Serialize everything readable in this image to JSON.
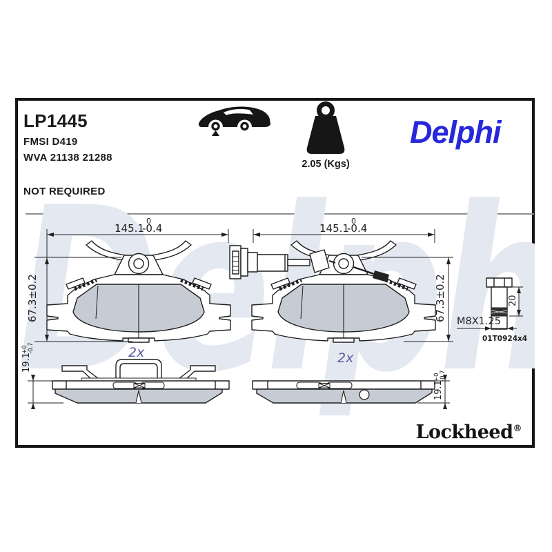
{
  "header": {
    "part_number": "LP1445",
    "fmsi": "FMSI D419",
    "wva": "WVA 21138 21288",
    "note": "NOT REQUIRED",
    "weight": "2.05 (Kgs)"
  },
  "brand": {
    "logo": "Delphi",
    "watermark": "Delphi",
    "footer": "Lockheed",
    "registered": "®"
  },
  "icons": {
    "axle": "front-axle-car-icon",
    "weight": "weight-icon"
  },
  "drawing": {
    "width": {
      "value": "145.1",
      "tol_top": "0",
      "tol_bottom": "-0.4"
    },
    "height": "67.3±0.2",
    "thickness": {
      "value": "19.1",
      "tol_top": "+0",
      "tol_bottom": "-0.7"
    },
    "qty": "2x",
    "bolt": {
      "thread": "M8X1.25",
      "length": "20",
      "code": "01T0924x4"
    }
  },
  "colors": {
    "accent_blue": "#2727DE",
    "qty_blue": "#5B5BA3",
    "friction_gray": "#C7CBD3",
    "watermark_blue": "#E3E8F1",
    "line": "#1F1F1F"
  }
}
